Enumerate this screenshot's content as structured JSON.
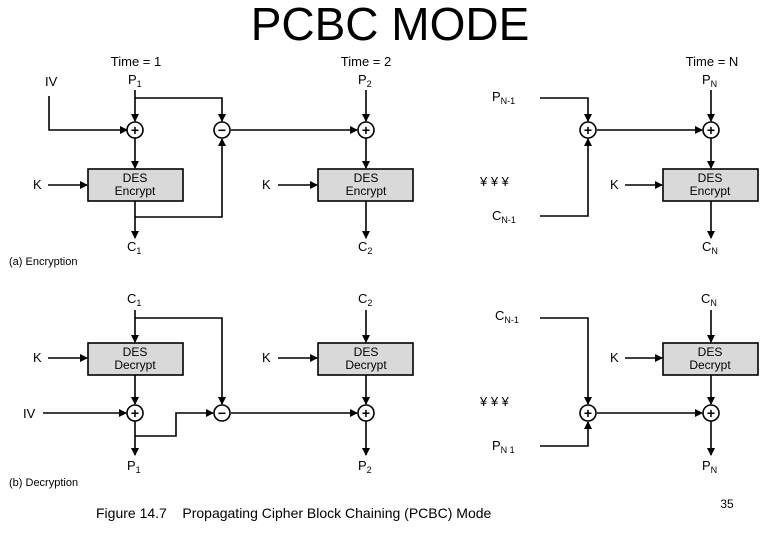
{
  "title": "PCBC MODE",
  "page_number": "35",
  "figure_caption": "Figure 14.7    Propagating Cipher Block Chaining (PCBC) Mode",
  "time_labels": [
    "Time = 1",
    "Time = 2",
    "Time = N"
  ],
  "parts": {
    "encryption": "(a) Encryption",
    "decryption": "(b) Decryption"
  },
  "labels": {
    "iv": "IV",
    "k": "K",
    "p": "P",
    "c": "C",
    "sub_1": "1",
    "sub_2": "2",
    "sub_n": "N",
    "sub_n_minus_1": "N-1",
    "sub_n_1": "N 1",
    "yen_dots": "¥ ¥ ¥",
    "xor_symbol": "+",
    "minus_symbol": "−"
  },
  "boxes": {
    "encrypt_line1": "DES",
    "encrypt_line2": "Encrypt",
    "decrypt_line1": "DES",
    "decrypt_line2": "Decrypt"
  }
}
